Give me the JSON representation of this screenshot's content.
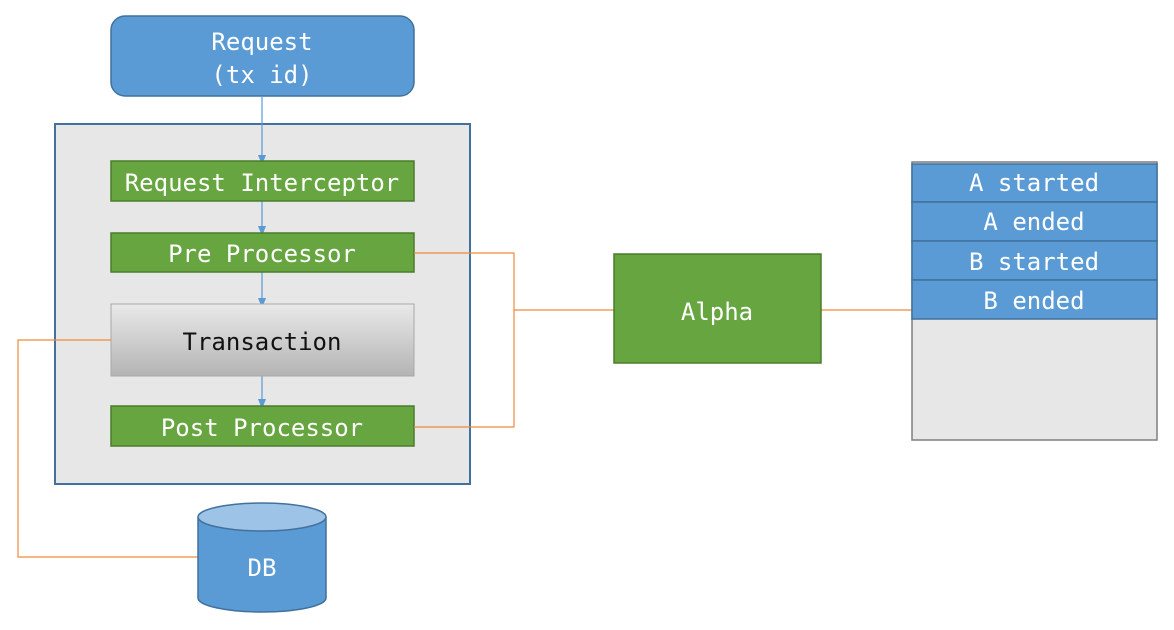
{
  "request": {
    "line1": "Request",
    "line2": "(tx id)"
  },
  "container": {
    "interceptor": "Request Interceptor",
    "pre": "Pre Processor",
    "transaction": "Transaction",
    "post": "Post Processor"
  },
  "db": {
    "label": "DB"
  },
  "alpha": {
    "label": "Alpha"
  },
  "log": {
    "rows": [
      "A started",
      "A ended",
      "B started",
      "B ended"
    ]
  },
  "colors": {
    "blue": "#5b9bd5",
    "green": "#66a53f",
    "orange": "#f08a3a",
    "panel": "#e7e7e7"
  }
}
